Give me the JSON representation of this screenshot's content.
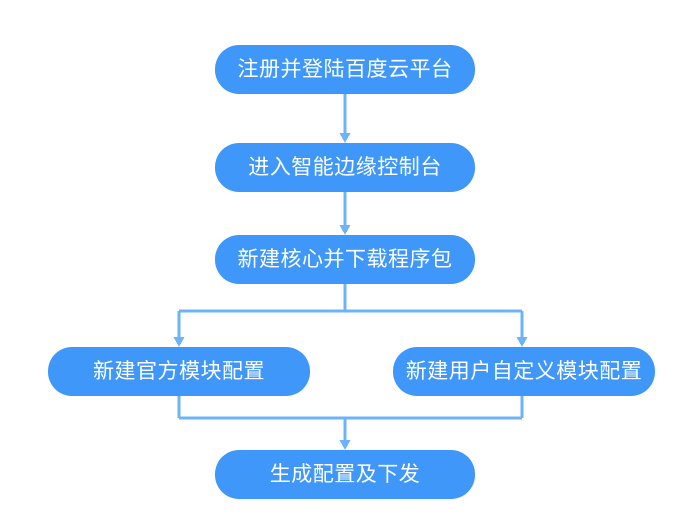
{
  "diagram": {
    "title": "",
    "type": "flowchart",
    "colors": {
      "node_fill": "#3f97fa",
      "node_text": "#ffffff",
      "connector": "#6cb4fa",
      "background": "#ffffff"
    },
    "nodes": [
      {
        "id": "register",
        "label": "注册并登陆百度云平台"
      },
      {
        "id": "console",
        "label": "进入智能边缘控制台"
      },
      {
        "id": "core_package",
        "label": "新建核心并下载程序包"
      },
      {
        "id": "official_mod",
        "label": "新建官方模块配置"
      },
      {
        "id": "custom_mod",
        "label": "新建用户自定义模块配置"
      },
      {
        "id": "generate",
        "label": "生成配置及下发"
      }
    ],
    "edges": [
      {
        "from": "register",
        "to": "console",
        "style": "straight-down-arrow"
      },
      {
        "from": "console",
        "to": "core_package",
        "style": "straight-down-arrow"
      },
      {
        "from": "core_package",
        "to": "official_mod",
        "style": "split-left-arrow"
      },
      {
        "from": "core_package",
        "to": "custom_mod",
        "style": "split-right-arrow"
      },
      {
        "from": "official_mod",
        "to": "generate",
        "style": "merge-left"
      },
      {
        "from": "custom_mod",
        "to": "generate",
        "style": "merge-right-arrow"
      }
    ]
  }
}
